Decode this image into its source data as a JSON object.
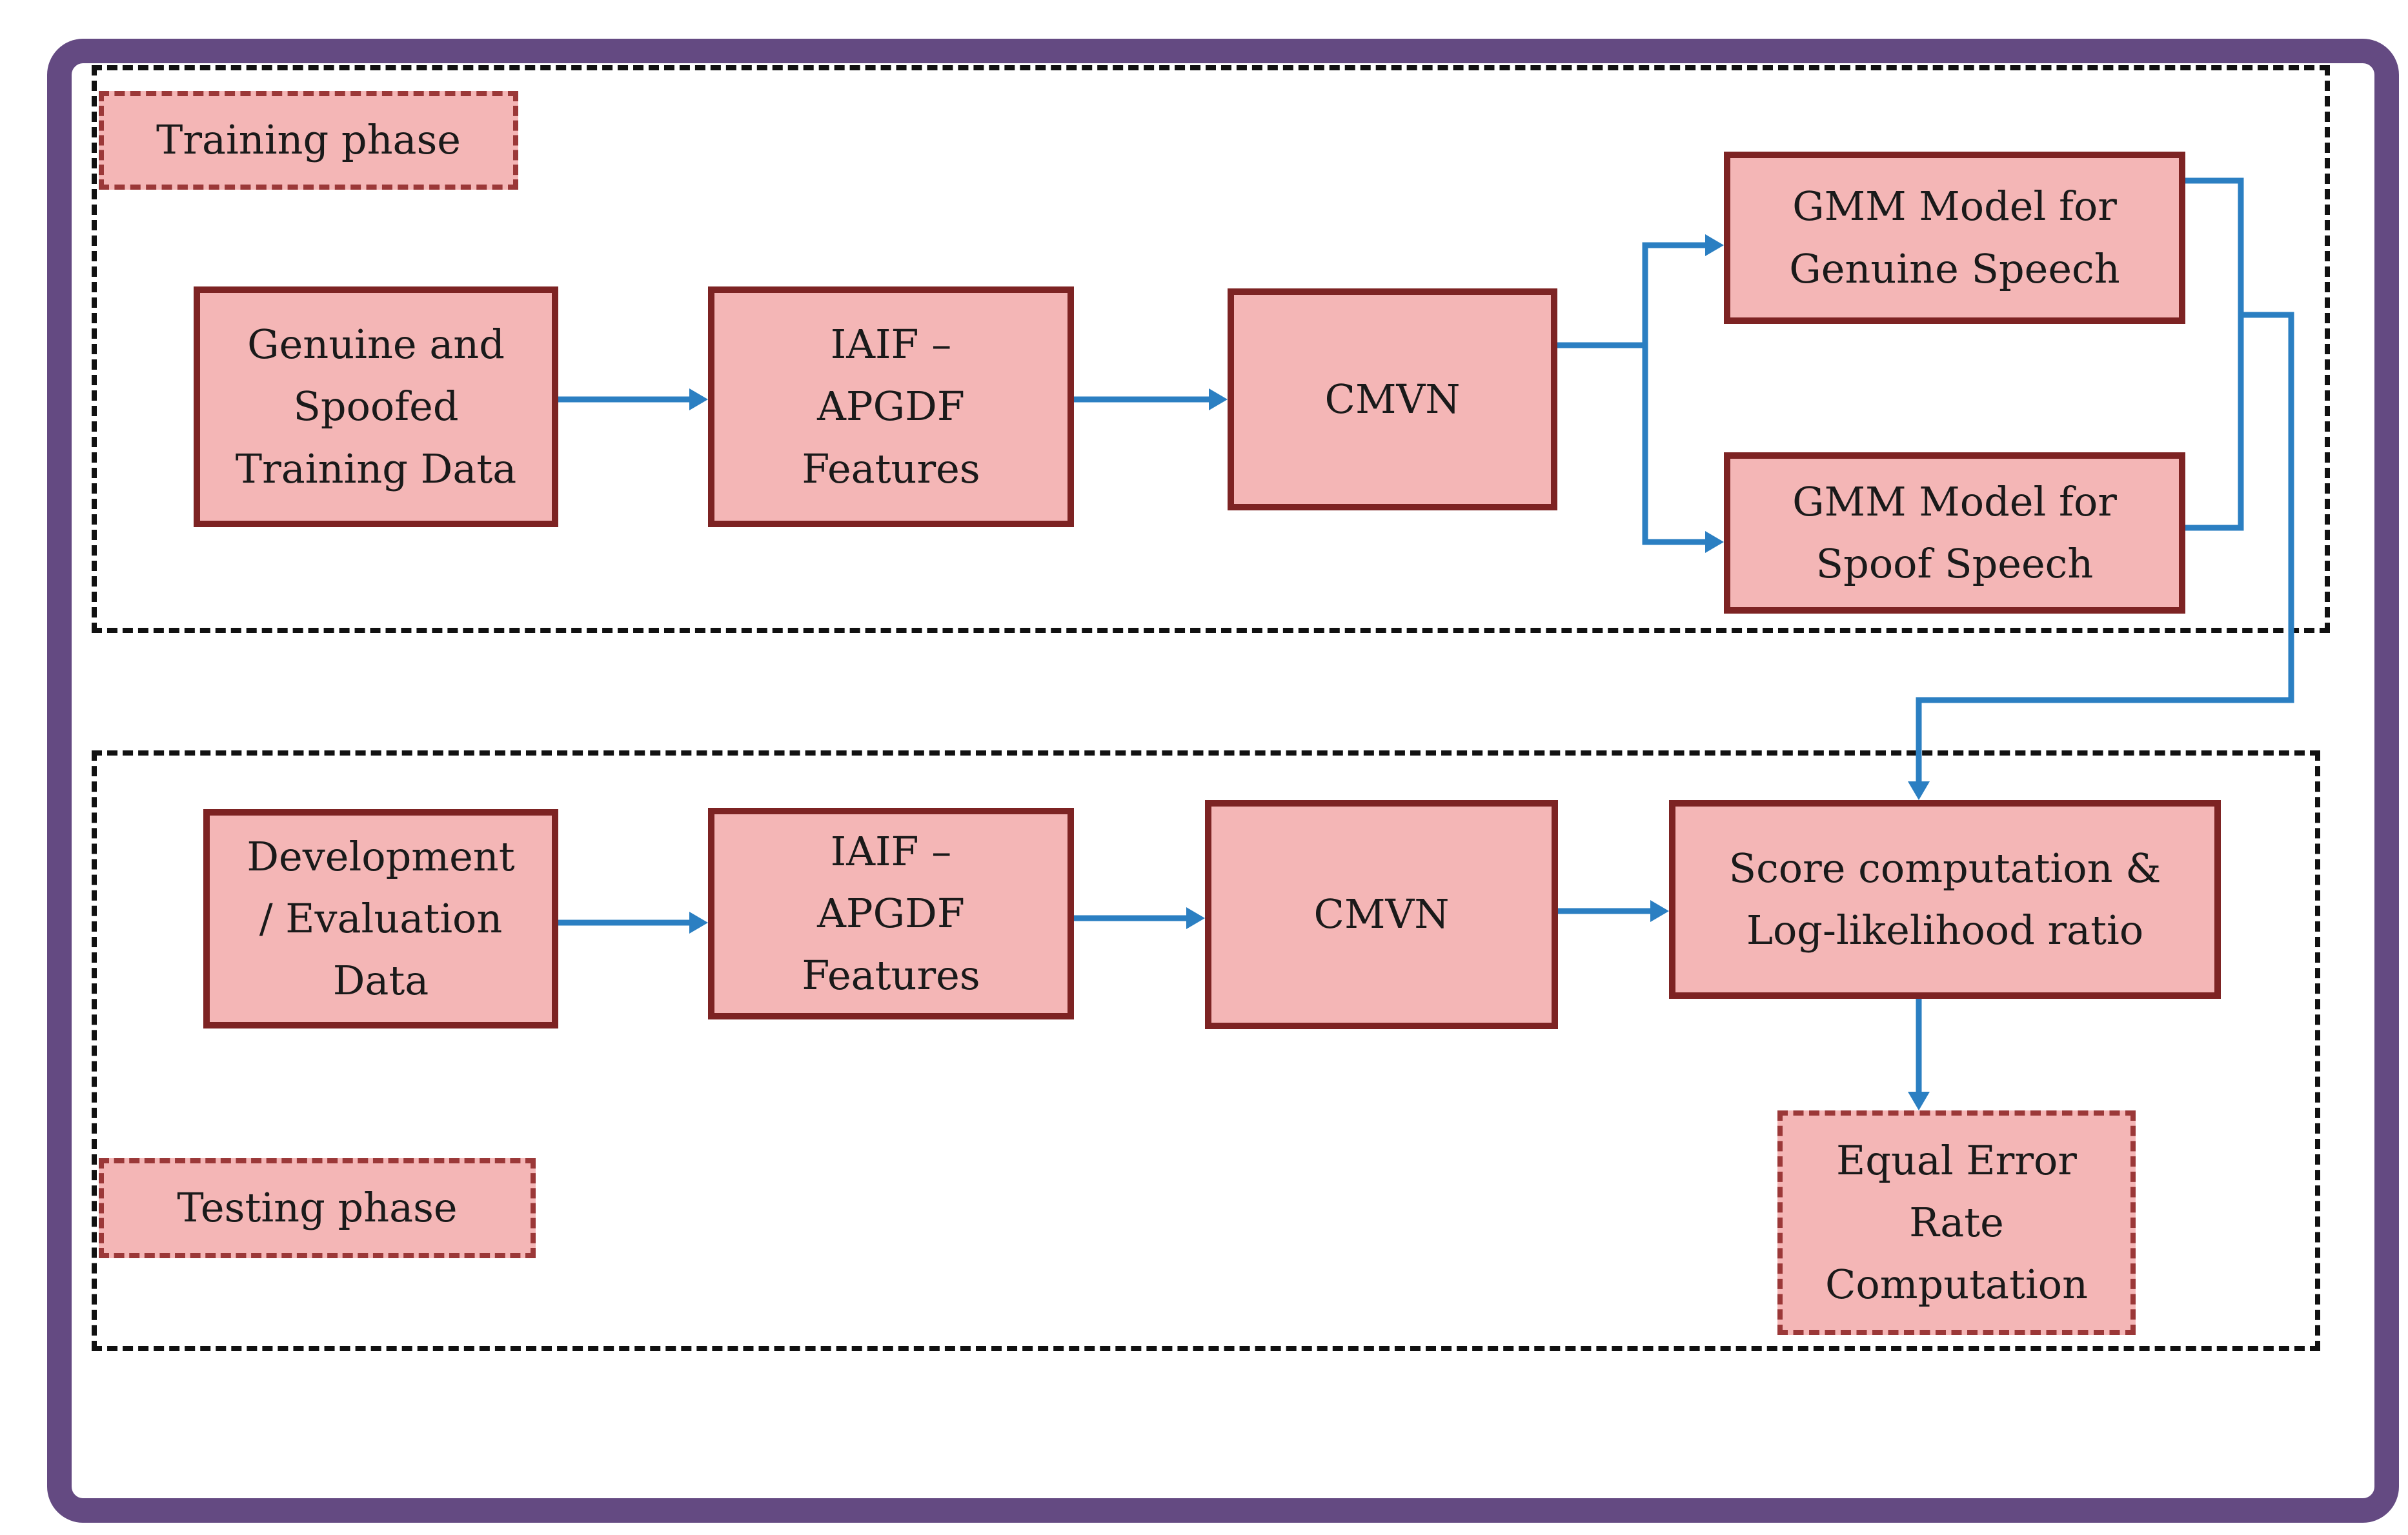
{
  "training": {
    "phase_label": "Training phase",
    "input_data": "Genuine and\nSpoofed\nTraining Data",
    "features": "IAIF –\nAPGDF\nFeatures",
    "cmvn": "CMVN",
    "gmm_genuine": "GMM Model for\nGenuine Speech",
    "gmm_spoof": "GMM Model for\nSpoof Speech"
  },
  "testing": {
    "phase_label": "Testing phase",
    "input_data": "Development\n/ Evaluation\nData",
    "features": "IAIF –\nAPGDF\nFeatures",
    "cmvn": "CMVN",
    "score": "Score computation &\nLog-likelihood ratio",
    "eer": "Equal Error\nRate\nComputation"
  },
  "colors": {
    "frame": "#644A82",
    "box_fill": "#F4B6B6",
    "box_border": "#7D2323",
    "arrow": "#2B7FC2"
  }
}
